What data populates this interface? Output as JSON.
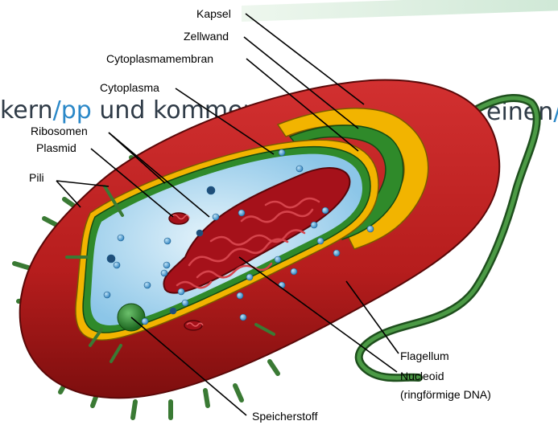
{
  "background": {
    "text_left": "kern",
    "link_left": "/pp",
    "text_mid": " und kommen in Ba",
    "text_right": "einen",
    "link_right": "/p"
  },
  "labels": {
    "kapsel": "Kapsel",
    "zellwand": "Zellwand",
    "cytoplasmamembran": "Cytoplasmamembran",
    "cytoplasma": "Cytoplasma",
    "ribosomen": "Ribosomen",
    "plasmid": "Plasmid",
    "pili": "Pili",
    "flagellum": "Flagellum",
    "nucleoid_line1": "Nucleoid",
    "nucleoid_line2": "(ringförmige DNA)",
    "speicherstoff": "Speicherstoff"
  },
  "colors": {
    "capsule": "#b61d1d",
    "capsule_dark": "#7d0e0e",
    "cell_wall": "#f2b400",
    "membrane": "#2f8a2a",
    "cytoplasm": "#9fd0ee",
    "nucleoid": "#a5111a",
    "flagellum": "#2c6a2a",
    "pili": "#3a7a34",
    "ribosome": "#3a8ec4"
  }
}
